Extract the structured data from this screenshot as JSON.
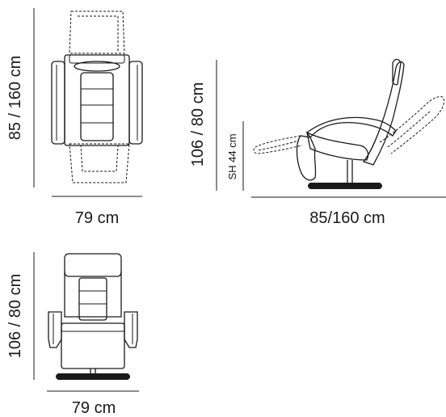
{
  "top_view": {
    "height_label": "85 / 160 cm",
    "width_label": "79 cm"
  },
  "side_view": {
    "height_label": "106 / 80 cm",
    "seat_height_label": "SH 44 cm",
    "length_label": "85/160 cm"
  },
  "front_view": {
    "height_label": "106 / 80 cm",
    "width_label": "79 cm"
  }
}
